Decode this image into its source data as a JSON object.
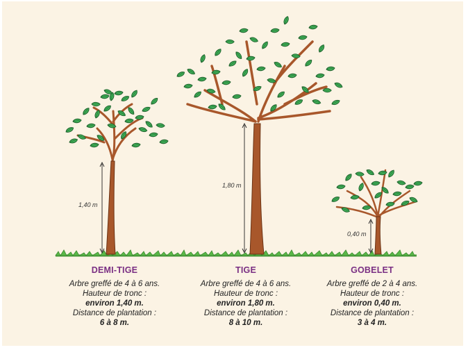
{
  "colors": {
    "background": "#fbf3e4",
    "title": "#7a2f83",
    "trunk": "#a8572b",
    "leaf": "#34a853",
    "grass": "#5ab848"
  },
  "trees": [
    {
      "name": "DEMI-TIGE",
      "height_label": "1,40 m",
      "age": "Arbre greffé de 4 à 6 ans.",
      "trunk_label": "Hauteur de tronc :",
      "trunk_value": "environ 1,40 m.",
      "distance_label": "Distance de plantation :",
      "distance_value": "6 à 8 m."
    },
    {
      "name": "TIGE",
      "height_label": "1,80 m",
      "age": "Arbre greffé de 4 à 6 ans.",
      "trunk_label": "Hauteur de tronc :",
      "trunk_value": "environ 1,80 m.",
      "distance_label": "Distance de plantation :",
      "distance_value": "8 à 10 m."
    },
    {
      "name": "GOBELET",
      "height_label": "0,40 m",
      "age": "Arbre greffé de 2 à 4 ans.",
      "trunk_label": "Hauteur de tronc :",
      "trunk_value": "environ 0,40 m.",
      "distance_label": "Distance de plantation :",
      "distance_value": "3 à 4 m."
    }
  ]
}
